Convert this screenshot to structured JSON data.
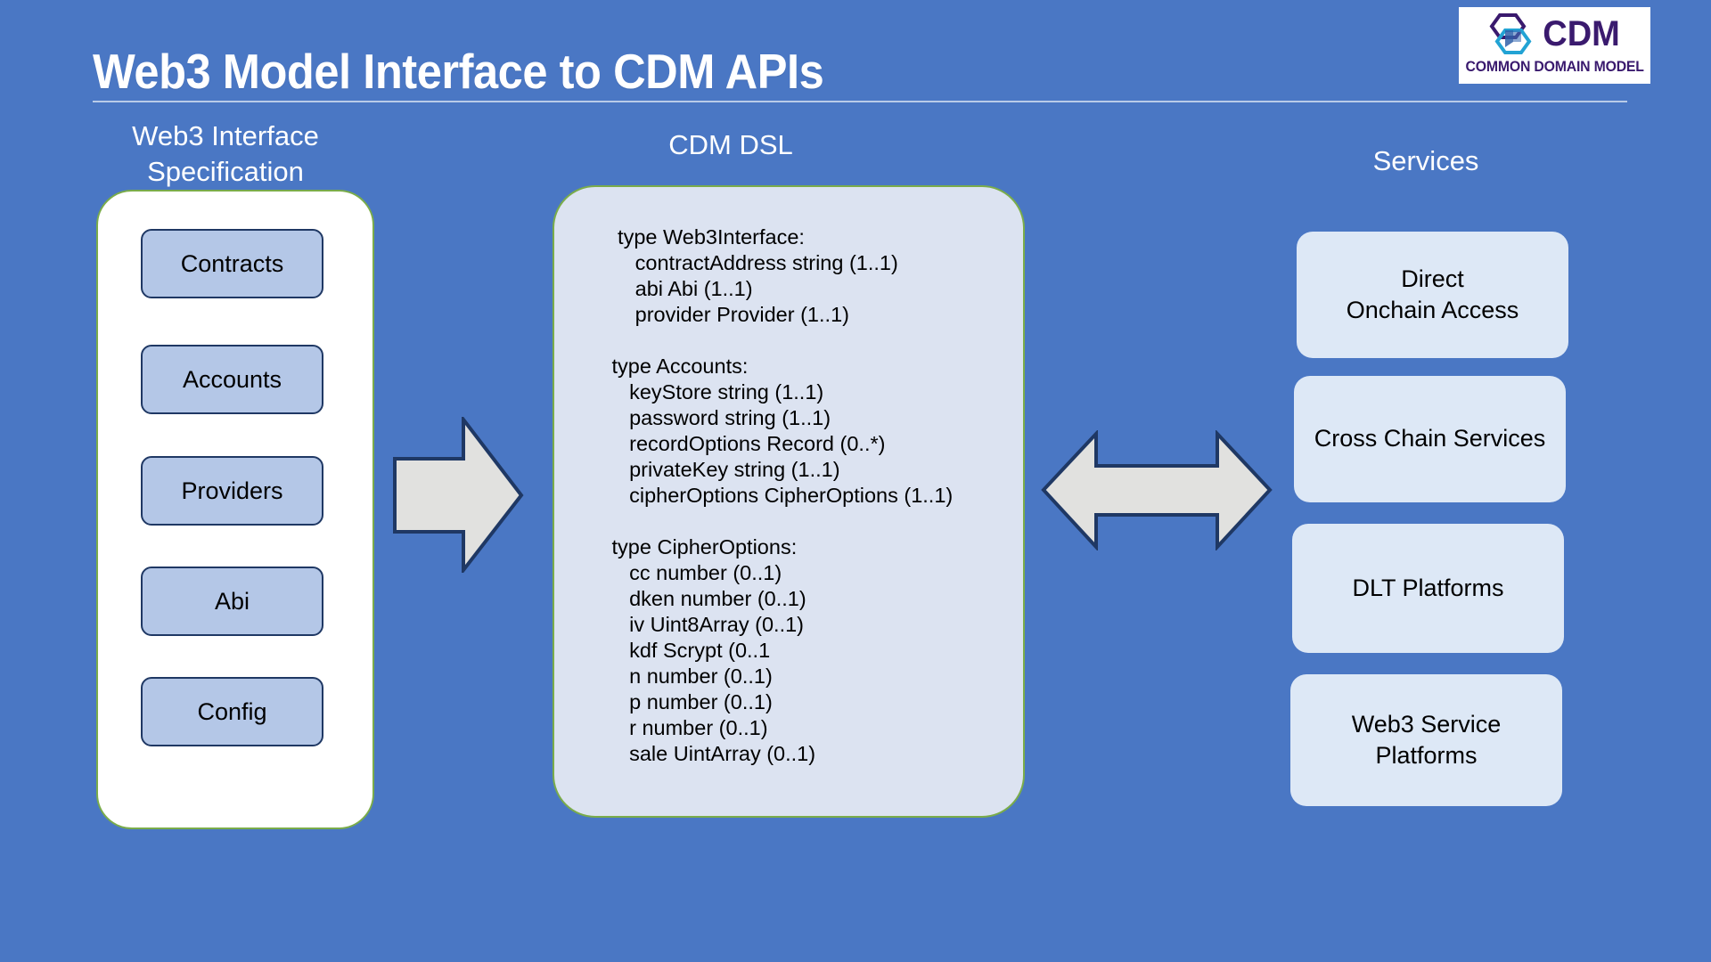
{
  "slide": {
    "title": "Web3 Model Interface to CDM APIs",
    "background_color": "#4a77c4"
  },
  "logo": {
    "word": "CDM",
    "tagline": "COMMON DOMAIN MODEL",
    "mark_colors": {
      "purple": "#3a1a6e",
      "cyan": "#22a3d4",
      "mid_blue": "#2f5fa8"
    }
  },
  "columns": {
    "left_heading": "Web3 Interface\nSpecification",
    "middle_heading": "CDM DSL",
    "right_heading": "Services"
  },
  "web3_spec": {
    "items": [
      {
        "label": "Contracts"
      },
      {
        "label": "Accounts"
      },
      {
        "label": "Providers"
      },
      {
        "label": "Abi"
      },
      {
        "label": "Config"
      }
    ],
    "panel_fill": "#ffffff",
    "panel_border": "#7aac4a",
    "item_fill": "#b4c7e7",
    "item_border": "#1f3864"
  },
  "cdm_dsl": {
    "panel_fill": "#dce3f1",
    "panel_border": "#7aac4a",
    "lines": [
      "  type Web3Interface:",
      "     contractAddress string (1..1)",
      "     abi Abi (1..1)",
      "     provider Provider (1..1)",
      "",
      " type Accounts:",
      "    keyStore string (1..1)",
      "    password string (1..1)",
      "    recordOptions Record (0..*)",
      "    privateKey string (1..1)",
      "    cipherOptions CipherOptions (1..1)",
      "",
      " type CipherOptions:",
      "    cc number (0..1)",
      "    dken number (0..1)",
      "    iv Uint8Array (0..1)",
      "    kdf Scrypt (0..1",
      "    n number (0..1)",
      "    p number (0..1)",
      "    r number (0..1)",
      "    sale UintArray (0..1)"
    ]
  },
  "services": {
    "boxes": [
      {
        "label": "Direct\nOnchain Access"
      },
      {
        "label": "Cross Chain Services"
      },
      {
        "label": "DLT Platforms"
      },
      {
        "label": "Web3 Service\nPlatforms"
      }
    ],
    "box_fill": "#dde8f6"
  },
  "arrows": {
    "left_to_middle": {
      "direction": "right",
      "fill": "#e1e1df",
      "stroke": "#1f3864"
    },
    "middle_to_right": {
      "direction": "both",
      "fill": "#e1e1df",
      "stroke": "#1f3864"
    }
  }
}
